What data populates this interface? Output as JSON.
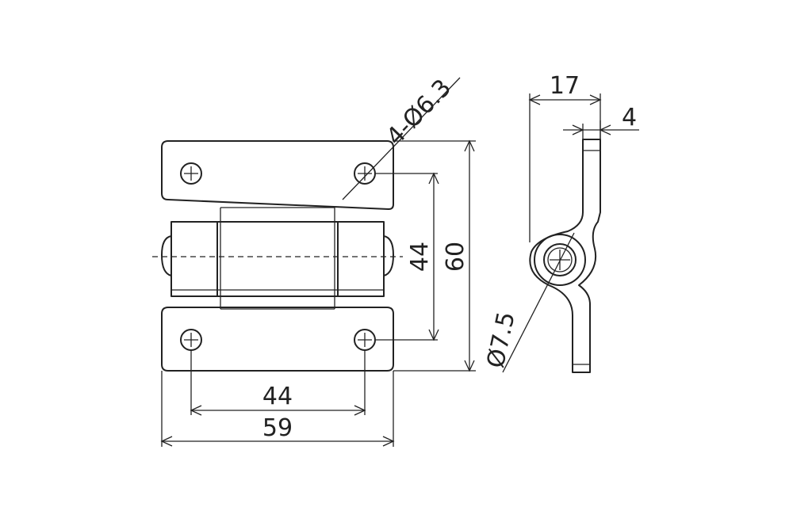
{
  "drawing": {
    "dims": {
      "holes": "4-Ø6.3",
      "height_hole_spacing": "44",
      "height_total": "60",
      "width_hole_spacing": "44",
      "width_total": "59",
      "side_width": "17",
      "thickness": "4",
      "pin_diameter": "Ø7.5"
    },
    "colors": {
      "ink": "#222222",
      "background": "#ffffff"
    }
  }
}
